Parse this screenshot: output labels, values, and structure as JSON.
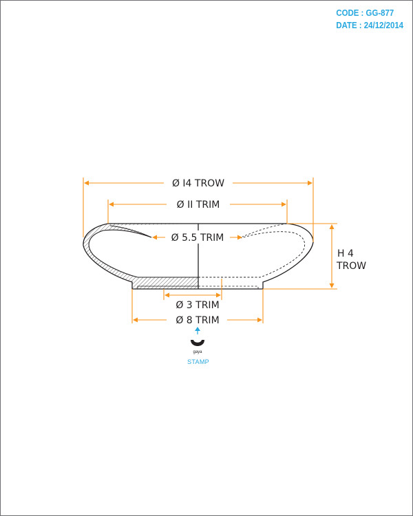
{
  "header": {
    "code": "CODE : GG-877",
    "date": "DATE : 24/12/2014"
  },
  "dimensions": {
    "outer_diameter": "Ø I4 TROW",
    "trim_diameter": "Ø II TRIM",
    "inner_diameter": "Ø 5.5 TRIM",
    "height_line1": "H 4",
    "height_line2": "TROW",
    "foot_inner_diameter": "Ø 3 TRIM",
    "foot_outer_diameter": "Ø 8 TRIM"
  },
  "stamp": {
    "logo_text": "gaya",
    "label": "STAMP"
  },
  "colors": {
    "dimension_line": "#f7941d",
    "outline": "#231f20",
    "accent": "#29a8e0",
    "frame": "#6d6e71"
  }
}
